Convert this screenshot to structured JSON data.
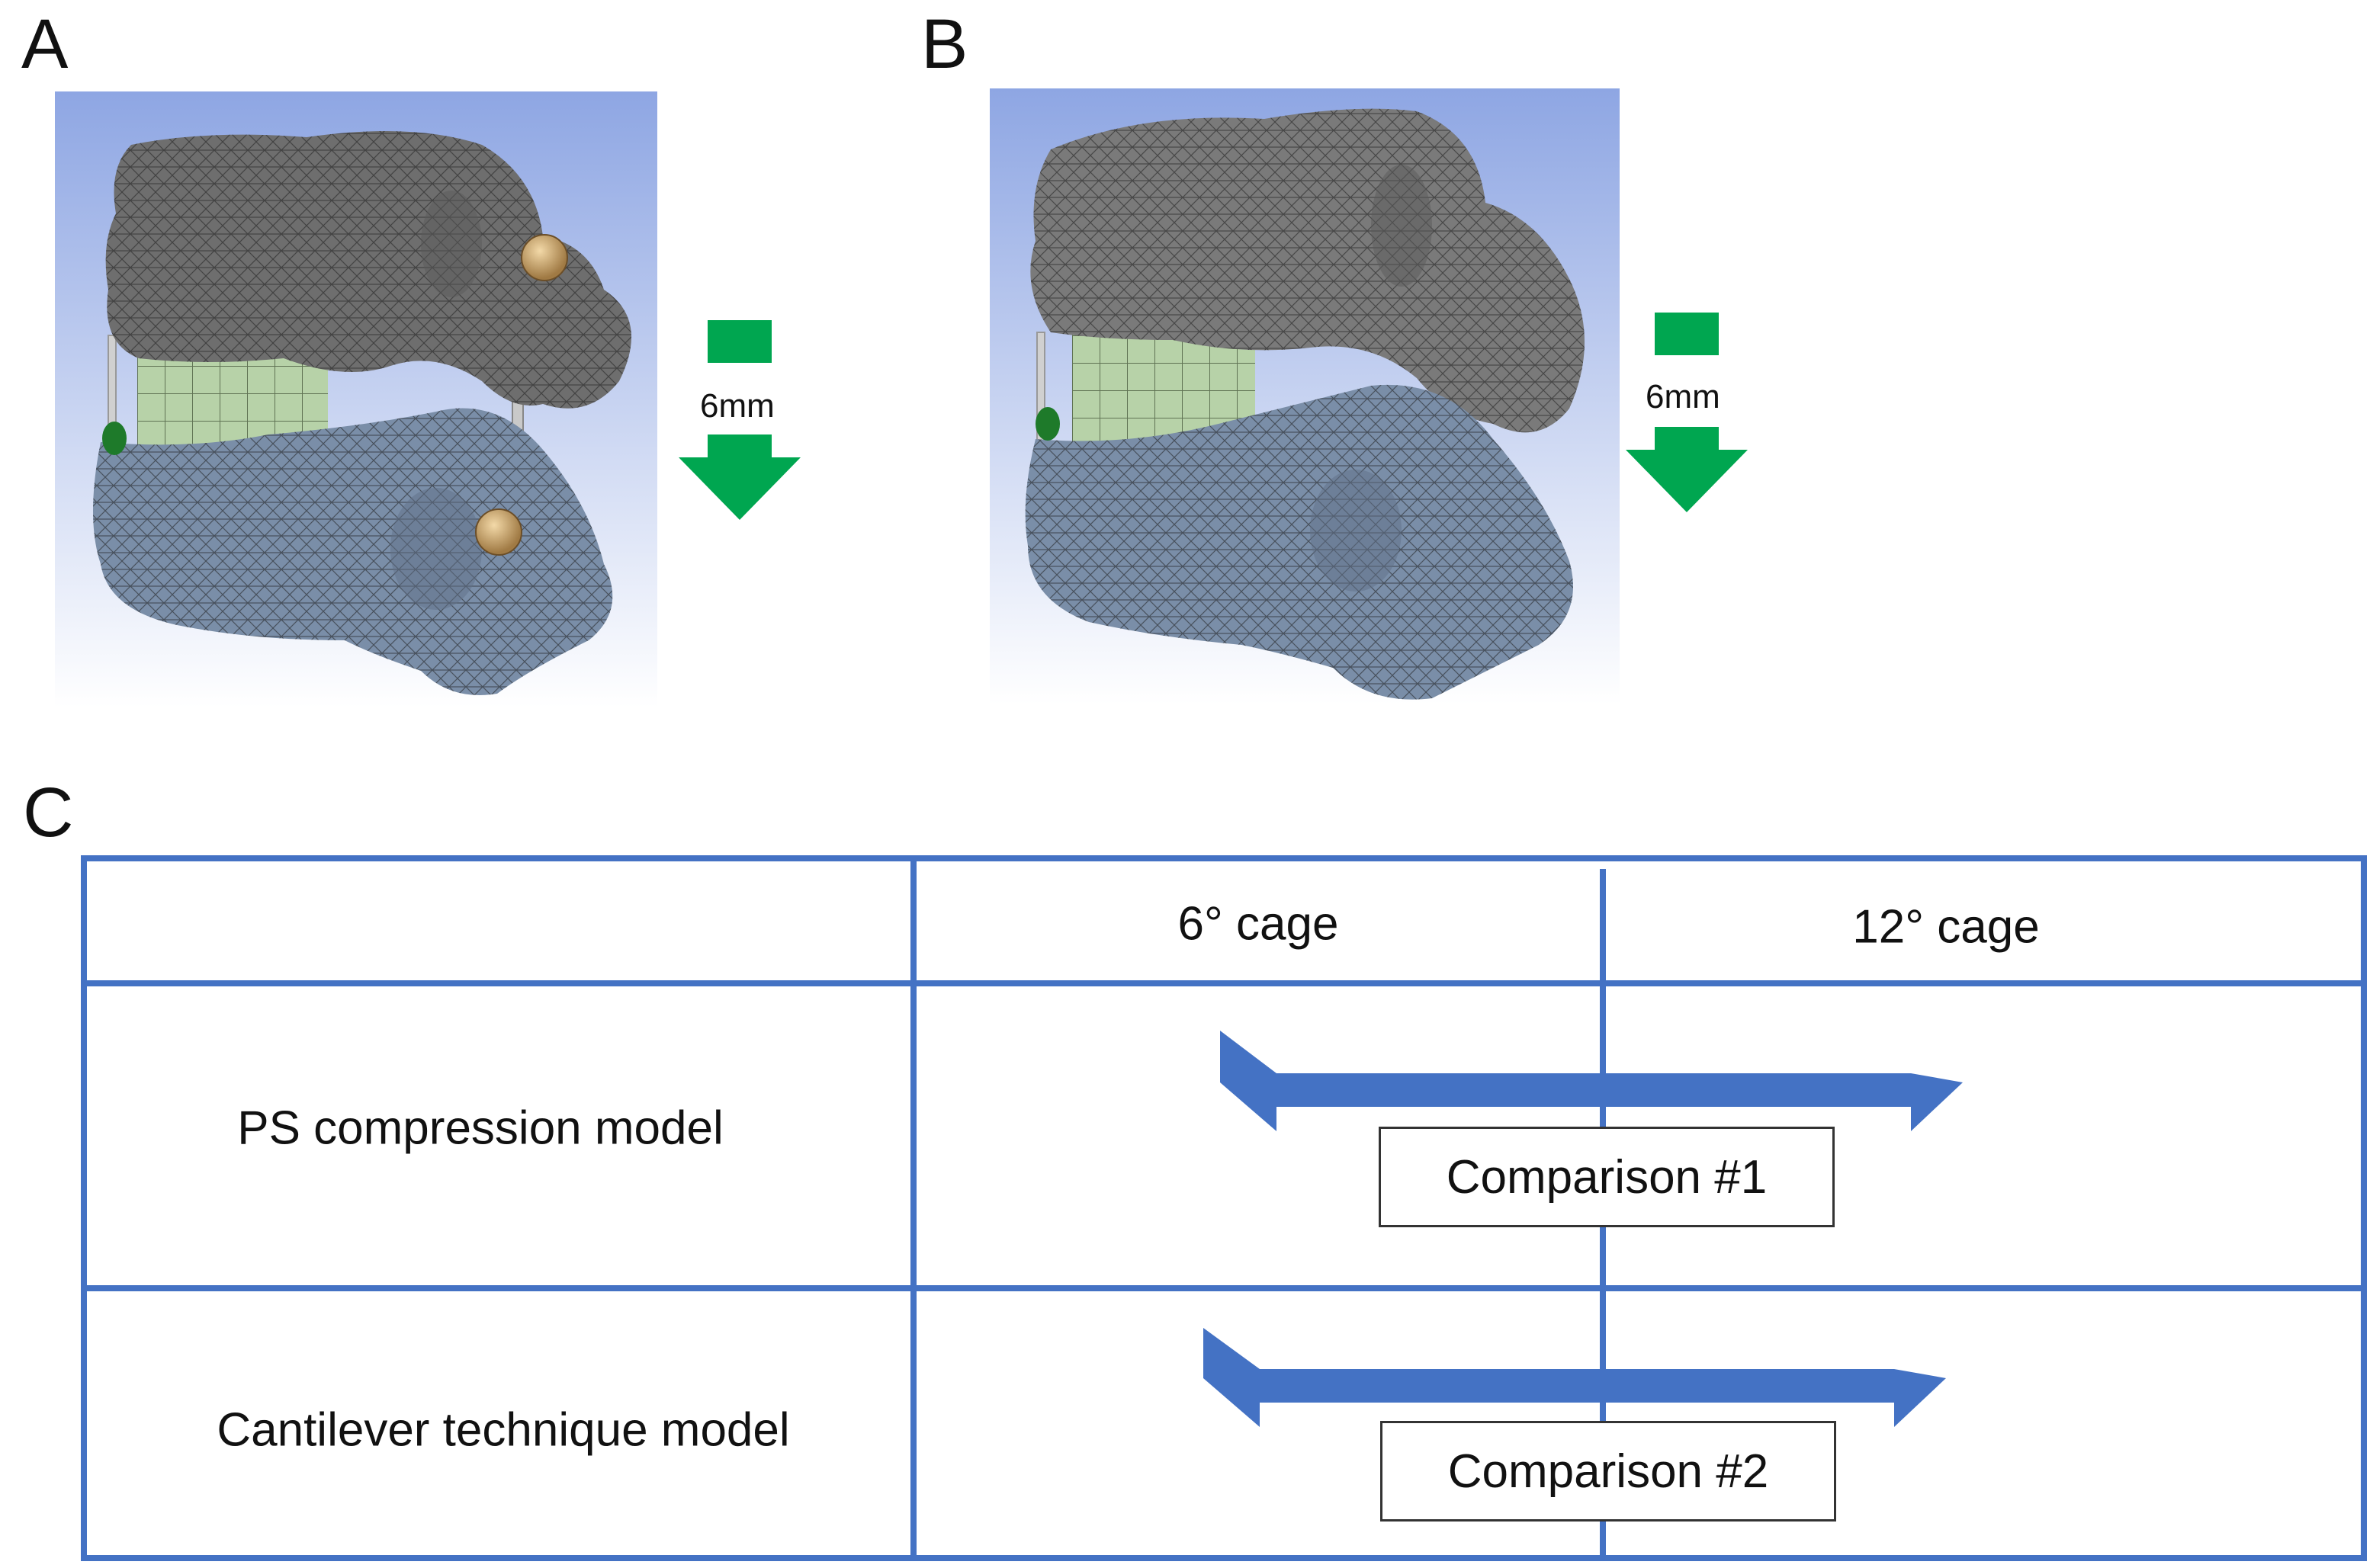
{
  "panels": {
    "a": {
      "letter": "A",
      "load_label": "6mm"
    },
    "b": {
      "letter": "B",
      "load_label": "6mm"
    },
    "c": {
      "letter": "C"
    }
  },
  "table": {
    "columns": [
      "6°  cage",
      "12°  cage"
    ],
    "rows": [
      {
        "label": "PS compression model",
        "comparison": "Comparison #1"
      },
      {
        "label": "Cantilever technique model",
        "comparison": "Comparison #2"
      }
    ]
  },
  "colors": {
    "table_border": "#4472C4",
    "double_arrow": "#4472C4",
    "load_arrow": "#00A650",
    "render_bg_top": "#8EA6E3",
    "render_bg_bottom": "#FFFFFF",
    "upper_vertebra": "#6E6E6E",
    "lower_vertebra": "#7A8EA8",
    "cage": "#B7D2A8",
    "screw_head": "#D8B07A"
  }
}
